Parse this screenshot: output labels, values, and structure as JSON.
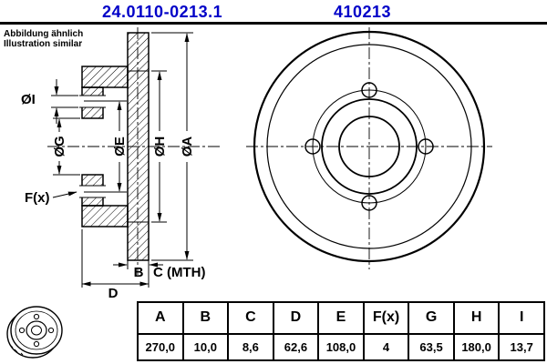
{
  "header": {
    "part_number": "24.0110-0213.1",
    "reference_number": "410213"
  },
  "note": {
    "line1": "Abbildung ähnlich",
    "line2": "Illustration similar"
  },
  "drawing": {
    "labels": {
      "dia_i": "ØI",
      "dia_g": "ØG",
      "dia_e": "ØE",
      "dia_h": "ØH",
      "dia_a": "ØA",
      "holes": "F(x)",
      "thickness": "B",
      "min_thickness": "C (MTH)",
      "height": "D"
    }
  },
  "table": {
    "columns": [
      "A",
      "B",
      "C",
      "D",
      "E",
      "F(x)",
      "G",
      "H",
      "I"
    ],
    "values": [
      "270,0",
      "10,0",
      "8,6",
      "62,6",
      "108,0",
      "4",
      "63,5",
      "180,0",
      "13,7"
    ]
  },
  "colors": {
    "accent_blue": "#0000c8",
    "line_black": "#000000"
  }
}
